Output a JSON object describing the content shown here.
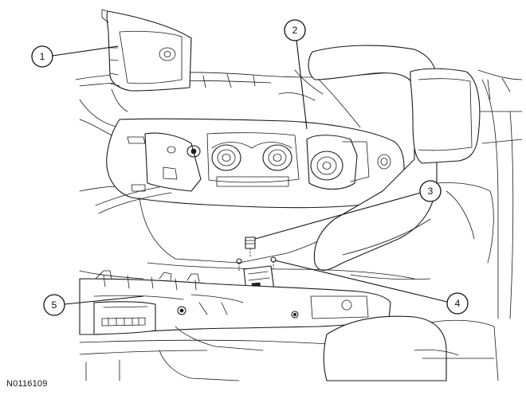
{
  "figure": {
    "id_label": "N0116109"
  },
  "callouts": [
    {
      "number": "1"
    },
    {
      "number": "2"
    },
    {
      "number": "3"
    },
    {
      "number": "4"
    },
    {
      "number": "5"
    }
  ],
  "colors": {
    "line": "#1a1a1a",
    "background": "#ffffff"
  }
}
